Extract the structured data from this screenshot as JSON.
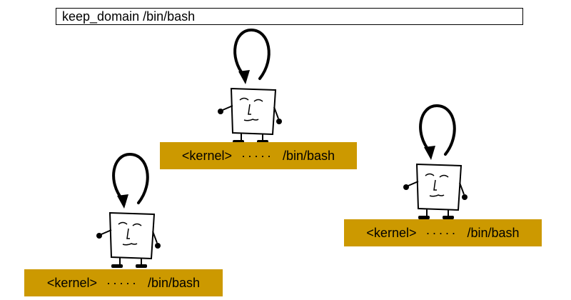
{
  "header": {
    "command": "keep_domain /bin/bash"
  },
  "domains": [
    {
      "left": "<kernel>",
      "separator": "·····",
      "right": "/bin/bash"
    },
    {
      "left": "<kernel>",
      "separator": "·····",
      "right": "/bin/bash"
    },
    {
      "left": "<kernel>",
      "separator": "·····",
      "right": "/bin/bash"
    }
  ],
  "colors": {
    "platform": "#cc9900",
    "stroke": "#000000",
    "background": "#ffffff"
  }
}
